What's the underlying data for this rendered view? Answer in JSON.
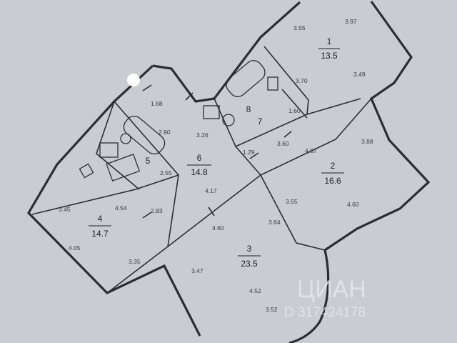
{
  "rooms": [
    {
      "number": "1",
      "area": "13.5"
    },
    {
      "number": "2",
      "area": "16.6"
    },
    {
      "number": "3",
      "area": "23.5"
    },
    {
      "number": "4",
      "area": "14.7"
    },
    {
      "number": "5",
      "area": ""
    },
    {
      "number": "6",
      "area": "14.8"
    },
    {
      "number": "7",
      "area": ""
    },
    {
      "number": "8",
      "area": ""
    }
  ],
  "dimensions": [
    "3.55",
    "3.97",
    "3.70",
    "3.49",
    "1.60",
    "1.68",
    "2.90",
    "3.26",
    "1.29",
    "3.60",
    "4.57",
    "3.88",
    "2.55",
    "4.17",
    "3.55",
    "4.60",
    "3.45",
    "4.54",
    "2.83",
    "4.05",
    "3.35",
    "4.60",
    "3.64",
    "3.47",
    "4.52",
    "3.52"
  ],
  "watermark": {
    "brand": "ЦИАН",
    "code": "D 317424178"
  }
}
